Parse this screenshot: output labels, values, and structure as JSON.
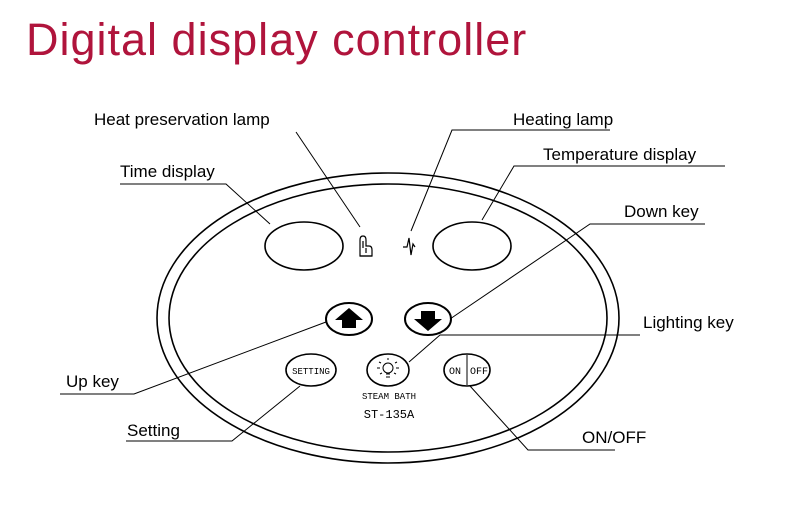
{
  "title": "Digital display controller",
  "colors": {
    "title": "#b0143c",
    "line": "#000000",
    "background": "#ffffff"
  },
  "callouts": {
    "heat_preservation_lamp": "Heat preservation lamp",
    "heating_lamp": "Heating lamp",
    "time_display": "Time display",
    "temperature_display": "Temperature display",
    "down_key": "Down key",
    "lighting_key": "Lighting key",
    "up_key": "Up key",
    "setting": "Setting",
    "on_off": "ON/OFF"
  },
  "panel": {
    "setting_button": "SETTING",
    "on_label": "ON",
    "off_label": "OFF",
    "brand": "STEAM BATH",
    "model": "ST-135A"
  },
  "icons": {
    "up_key": "arrow-up-icon",
    "down_key": "arrow-down-icon",
    "lighting_key": "light-bulb-icon",
    "heat_preservation_lamp": "hand-icon",
    "heating_lamp": "heating-wave-icon"
  }
}
